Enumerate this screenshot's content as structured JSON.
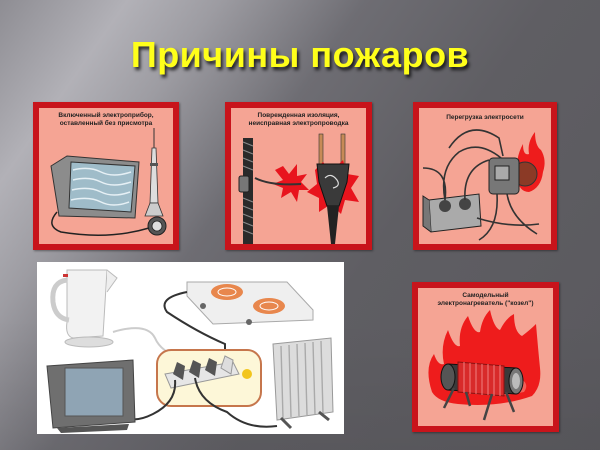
{
  "slide": {
    "title": "Причины пожаров",
    "colors": {
      "title": "#ffff1a",
      "background": "#6e6d73",
      "card_border": "#c8141b",
      "card_fill": "#f5a494"
    },
    "cards": [
      {
        "caption": "Включенный электроприбор, оставленный без присмотра",
        "icon": "tv-antenna-icon"
      },
      {
        "caption": "Поврежденная изоляция, неисправная электропроводка",
        "icon": "damaged-wire-plug-icon"
      },
      {
        "caption": "Перегрузка электросети",
        "icon": "overloaded-socket-icon"
      },
      {
        "caption": "Самодельный электронагреватель (\"козел\")",
        "icon": "homemade-heater-icon"
      }
    ],
    "photo": {
      "icon": "appliances-power-strip-illustration",
      "items": [
        "kettle-icon",
        "hot-plate-icon",
        "tv-icon",
        "power-strip-icon",
        "radiator-icon"
      ]
    }
  }
}
